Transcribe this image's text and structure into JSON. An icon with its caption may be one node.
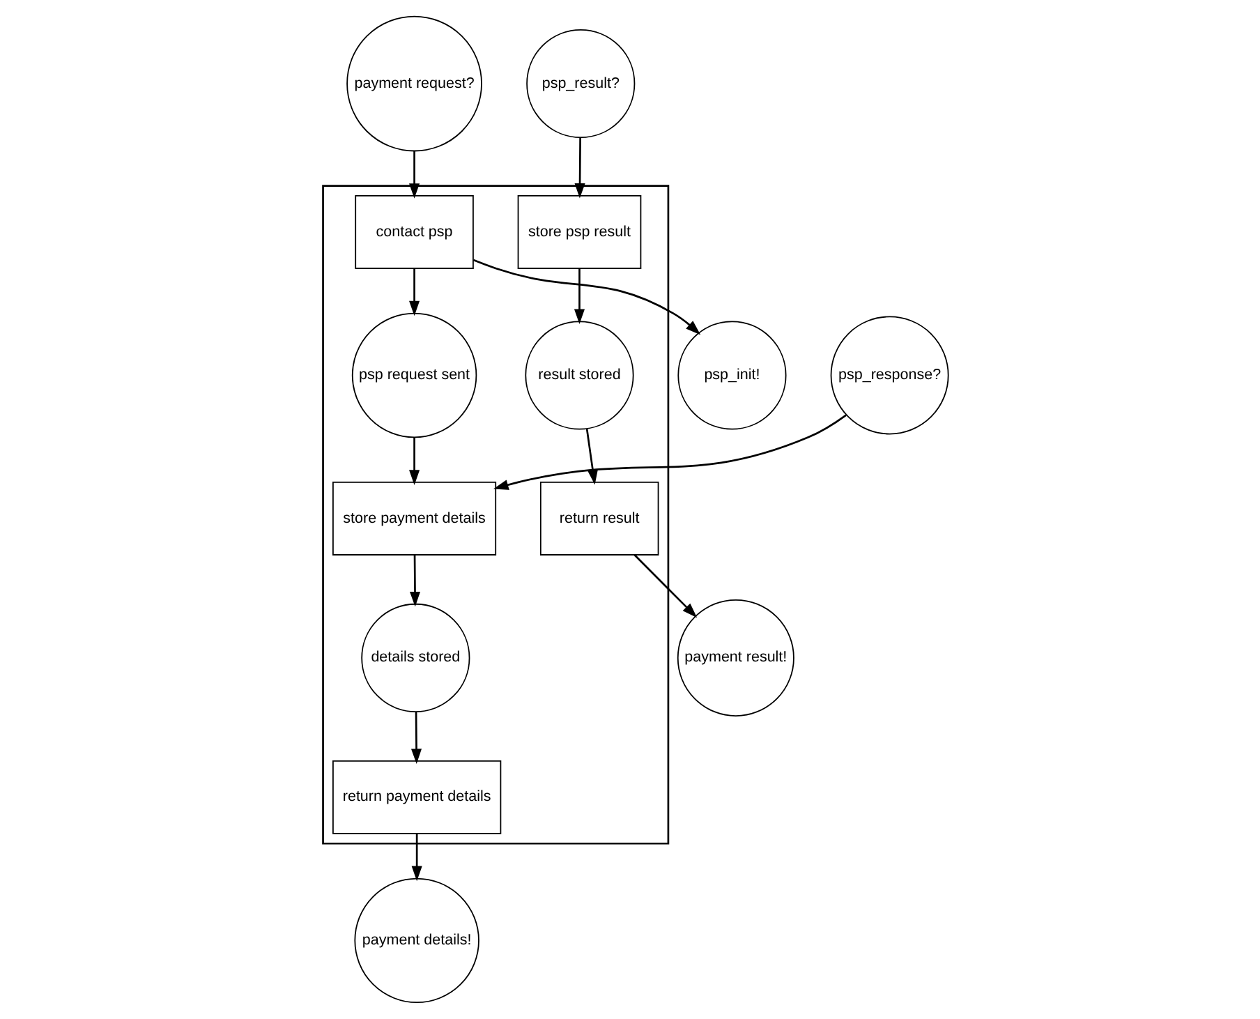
{
  "diagram": {
    "nodes": [
      {
        "text": [],
        "shape": "box"
      },
      {
        "text": [
          "payment result!"
        ]
      },
      {
        "text": [
          "payment details!"
        ]
      },
      {
        "text": [
          "payment request?"
        ]
      },
      {
        "text": [
          "psp_init!"
        ]
      },
      {
        "text": [
          "psp_response?"
        ]
      },
      {
        "text": [
          "psp_result?"
        ]
      },
      {
        "text": [
          "return result"
        ],
        "in": 0
      },
      {
        "text": [
          "return payment details"
        ],
        "in": 0
      },
      {
        "text": [
          "contact psp"
        ],
        "in": 0
      },
      {
        "text": [
          "details stored"
        ],
        "in": 0
      },
      {
        "text": [
          "psp request sent"
        ],
        "in": 0
      },
      {
        "text": [
          "store payment details"
        ],
        "in": 0
      },
      {
        "text": [
          "result stored"
        ],
        "in": 0
      },
      {
        "text": [
          "store psp result"
        ],
        "in": 0
      }
    ],
    "edges": [
      {
        "from": 3,
        "to": 9,
        "arrow": "to"
      },
      {
        "from": 9,
        "to": 4,
        "arrow": "to"
      },
      {
        "from": 9,
        "to": 11,
        "arrow": "to"
      },
      {
        "from": 11,
        "to": 12,
        "arrow": "to"
      },
      {
        "from": 12,
        "to": 10,
        "arrow": "to"
      },
      {
        "from": 10,
        "to": 8,
        "arrow": "to"
      },
      {
        "from": 8,
        "to": 2,
        "arrow": "to"
      },
      {
        "from": 5,
        "to": 12,
        "arrow": "to"
      },
      {
        "from": 6,
        "to": 14,
        "arrow": "to"
      },
      {
        "from": 14,
        "to": 13,
        "arrow": "to"
      },
      {
        "from": 13,
        "to": 7,
        "arrow": "to"
      },
      {
        "from": 7,
        "to": 1,
        "arrow": "to"
      }
    ]
  }
}
